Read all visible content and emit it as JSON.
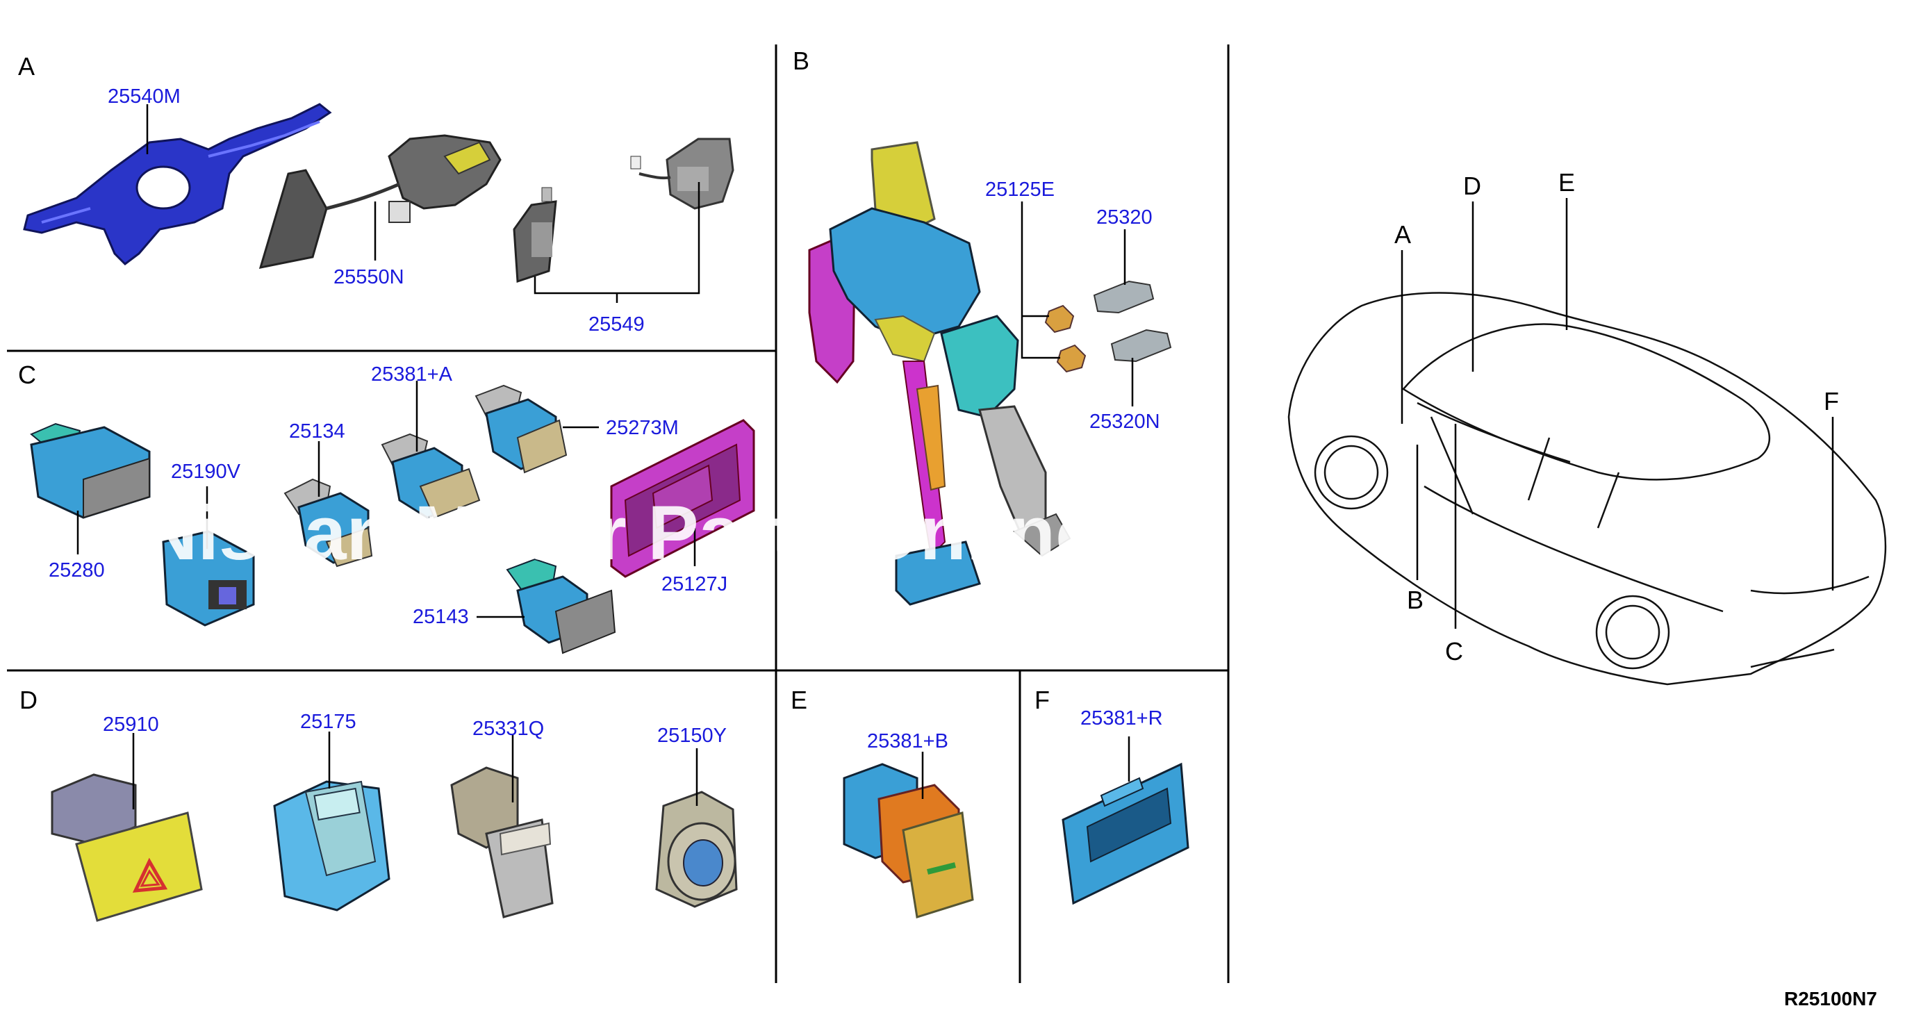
{
  "sections": {
    "a": {
      "label": "A",
      "parts": {
        "p1": "25540M",
        "p2": "25550N",
        "p3": "25549"
      }
    },
    "b": {
      "label": "B",
      "parts": {
        "p1": "25125E",
        "p2": "25320",
        "p3": "25320N"
      }
    },
    "c": {
      "label": "C",
      "parts": {
        "p1": "25381+A",
        "p2": "25273M",
        "p3": "25134",
        "p4": "25190V",
        "p5": "25280",
        "p6": "25127J",
        "p7": "25143"
      }
    },
    "d": {
      "label": "D",
      "parts": {
        "p1": "25910",
        "p2": "25175",
        "p3": "25331Q",
        "p4": "25150Y"
      }
    },
    "e": {
      "label": "E",
      "parts": {
        "p1": "25381+B"
      }
    },
    "f": {
      "label": "F",
      "parts": {
        "p1": "25381+R"
      }
    }
  },
  "car_callouts": {
    "a": "A",
    "b": "B",
    "c": "C",
    "d": "D",
    "e": "E",
    "f": "F"
  },
  "reference_code": "R25100N7",
  "watermark": "Nissan Motor Parts Online",
  "colors": {
    "label_blue": "#1a1adc",
    "part_blue": "#3a9fd6",
    "stalk_blue": "#2a35c8",
    "magenta": "#cc33cc",
    "yellow": "#d6cf3a",
    "tan": "#c9b98a"
  }
}
